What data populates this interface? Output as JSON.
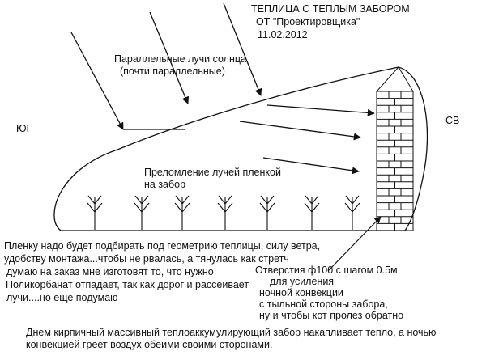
{
  "header": {
    "title": "ТЕПЛИЦА С ТЕПЛЫМ ЗАБОРОМ",
    "author": "ОТ \"Проектировщика\"",
    "date": "11.02.2012"
  },
  "directions": {
    "south": "ЮГ",
    "northeast": "СВ"
  },
  "labels": {
    "sun_rays": [
      "Параллельные лучи солнца",
      "(почти параллельные)"
    ],
    "refraction": [
      "Преломление лучей пленкой",
      "на забор"
    ]
  },
  "notes": {
    "film": [
      "Пленку надо будет подбирать под геометрию теплицы, силу ветра,",
      "удобству монтажа...чтобы не рвалась, а тянулась как стретч",
      "думаю на заказ мне изготовят то, что нужно",
      "Поликорбанат отпадает, так как дорог и рассеивает",
      "лучи....но еще подумаю"
    ],
    "holes": [
      "Отверстия ф100 с шагом 0.5м",
      "для усиления",
      "ночной конвекции",
      "с тыльной стороны забора,",
      "ну и чтобы кот пролез обратно"
    ],
    "summary": [
      "Днем кирпичный массивный теплоаккумулирующий забор накапливает тепло, а ночью",
      "конвекцией греет воздух обеими своими сторонами."
    ]
  },
  "colors": {
    "ink": "#111111",
    "background": "#ffffff"
  }
}
